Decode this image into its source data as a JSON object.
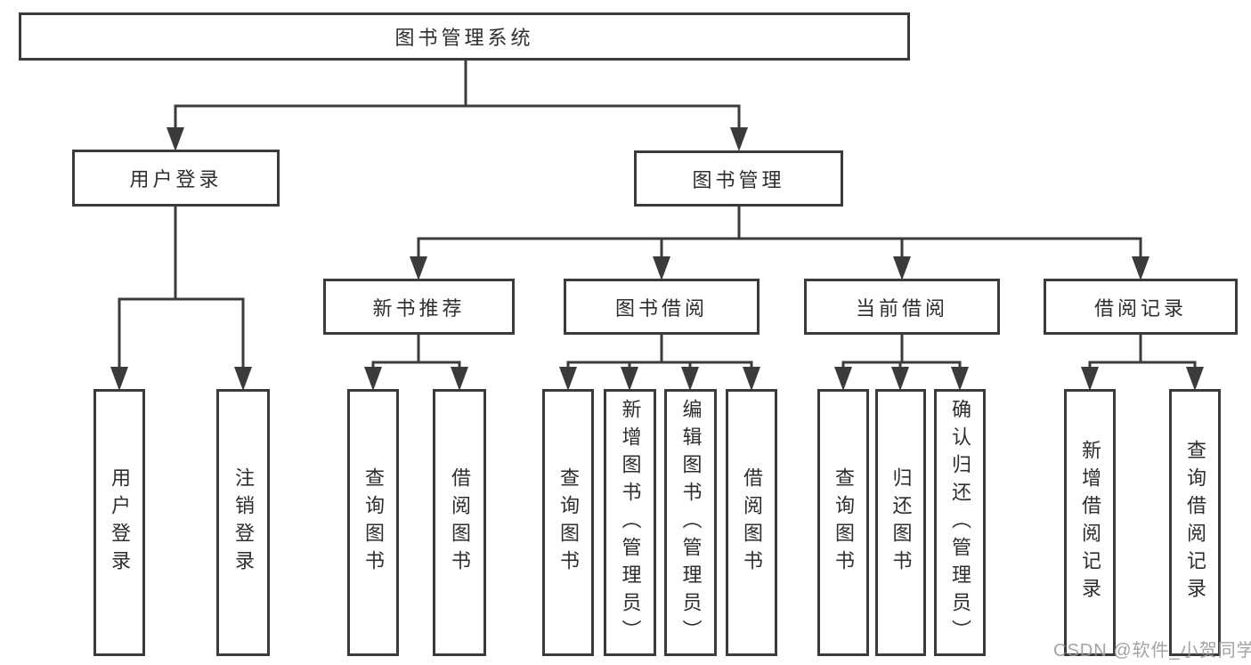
{
  "colors": {
    "line": "#3b3b3d",
    "box_border": "#3b3b3d",
    "text": "#2e2e30",
    "background": "#ffffff",
    "watermark": "#9b9b9b"
  },
  "root": {
    "label": "图书管理系统"
  },
  "level1": {
    "user_login": "用户登录",
    "book_management": "图书管理"
  },
  "level2": {
    "new_books": "新书推荐",
    "book_borrowing": "图书借阅",
    "current_borrowing": "当前借阅",
    "borrowing_records": "借阅记录"
  },
  "leaves": {
    "user_login": [
      "用户登录",
      "注销登录"
    ],
    "new_books": [
      "查询图书",
      "借阅图书"
    ],
    "book_borrowing": [
      "查询图书",
      "新增图书（管理员）",
      "编辑图书（管理员）",
      "借阅图书"
    ],
    "current_borrowing": [
      "查询图书",
      "归还图书",
      "确认归还（管理员）"
    ],
    "borrowing_records": [
      "新增借阅记录",
      "查询借阅记录"
    ]
  },
  "watermark": "CSDN @软件_小贺同学"
}
